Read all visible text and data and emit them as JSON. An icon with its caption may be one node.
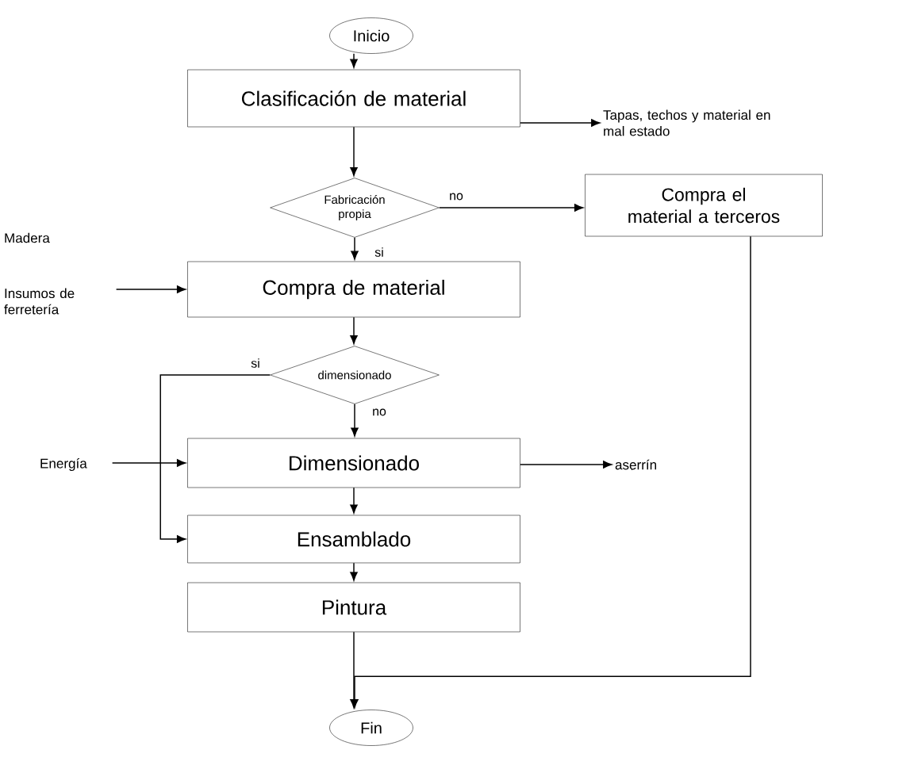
{
  "diagram": {
    "nodes": [
      {
        "text": [
          "Inicio"
        ]
      },
      {
        "text": [
          "Clasificación de material"
        ]
      },
      {
        "text": [
          "Tapas, techos y material en mal estado"
        ]
      },
      {
        "text": [
          "Fabricación propia"
        ]
      },
      {
        "text": [
          "Compra el material a terceros"
        ]
      },
      {
        "text": [
          "Insumos de ferretería"
        ]
      },
      {
        "text": [
          "Compra de material"
        ]
      },
      {
        "text": [
          "dimensionado"
        ]
      },
      {
        "text": [
          "Energía"
        ]
      },
      {
        "text": [
          "Dimensionado"
        ]
      },
      {
        "text": [
          "aserrín"
        ]
      },
      {
        "text": [
          "Ensamblado"
        ]
      },
      {
        "text": [
          "Pintura"
        ]
      },
      {
        "text": [
          "Fin"
        ]
      }
    ],
    "edges": [
      {
        "from": 0,
        "to": 1,
        "arrow": "to"
      },
      {
        "from": 1,
        "to": 2,
        "arrow": "to"
      },
      {
        "from": 1,
        "to": 3,
        "arrow": "to"
      },
      {
        "from": 3,
        "to": 4,
        "arrow": "to",
        "label": "no"
      },
      {
        "from": 3,
        "to": 6,
        "arrow": "to",
        "label": "si"
      },
      {
        "from": 5,
        "to": 6,
        "arrow": "to"
      },
      {
        "from": 6,
        "to": 7,
        "arrow": "to"
      },
      {
        "from": 7,
        "to": 11,
        "arrow": "to",
        "label": "si"
      },
      {
        "from": 7,
        "to": 9,
        "arrow": "to",
        "label": "no"
      },
      {
        "from": 8,
        "to": 9,
        "arrow": "to"
      },
      {
        "from": 9,
        "to": 10,
        "arrow": "to"
      },
      {
        "from": 9,
        "to": 11,
        "arrow": "to"
      },
      {
        "from": 11,
        "to": 12,
        "arrow": "to"
      },
      {
        "from": 12,
        "to": 13,
        "arrow": "to"
      },
      {
        "from": 4,
        "to": 13,
        "arrow": "to"
      }
    ],
    "labels": [
      "Madera"
    ]
  }
}
